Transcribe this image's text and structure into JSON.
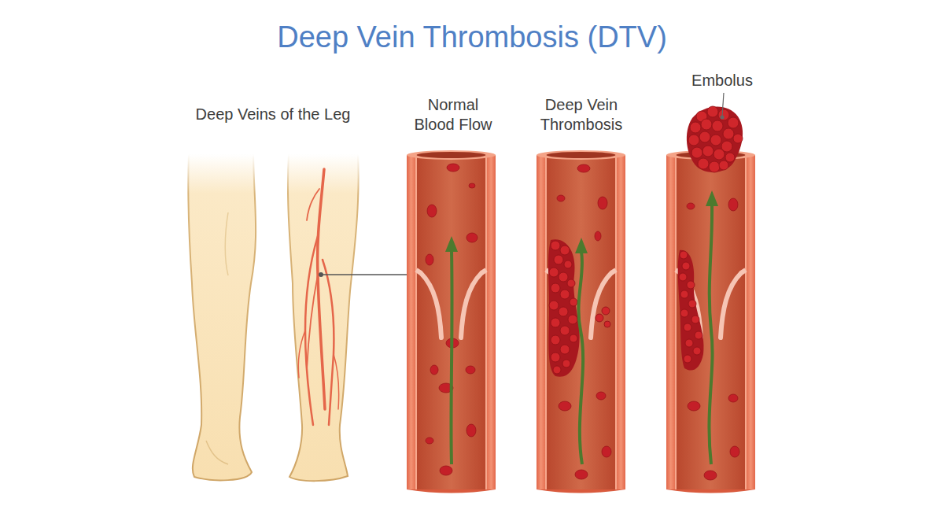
{
  "diagram": {
    "title": "Deep Vein Thrombosis (DTV)",
    "labels": [
      "Deep Veins of the Leg",
      "Normal Blood Flow",
      "Deep Vein Thrombosis",
      "Embolus"
    ]
  }
}
